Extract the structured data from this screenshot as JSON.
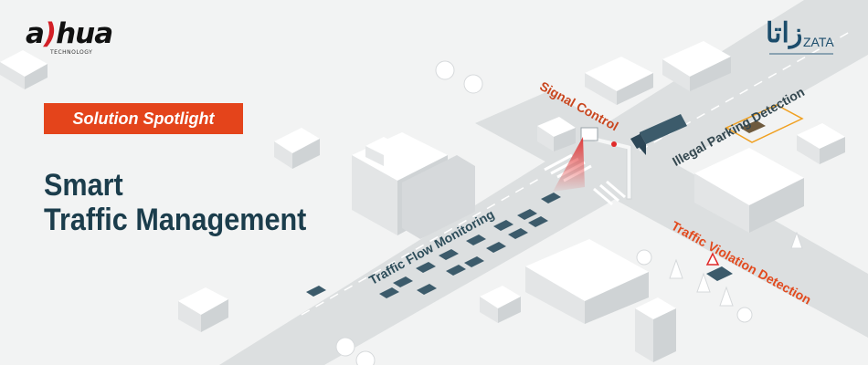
{
  "brand": {
    "logo_pre": "a",
    "logo_accent": ")",
    "logo_post": "hua",
    "sub": "TECHNOLOGY"
  },
  "partner": {
    "mark": "زاتا",
    "name": "ZATA"
  },
  "badge": "Solution Spotlight",
  "headline": [
    "Smart",
    "Traffic Management"
  ],
  "map_labels": {
    "flow": "Traffic Flow Monitoring",
    "signal": "Signal Control",
    "parking": "Illegal Parking Detection",
    "violation": "Traffic Violation Detection"
  },
  "colors": {
    "badge": "#e4441b",
    "headline": "#1b3d4c",
    "accent_orange": "#e24a1e",
    "label_dark": "#2d4d5a",
    "road": "#dcdfe0",
    "building": "#ffffff",
    "car": "#3c5b6b",
    "beam": "#e02a2a"
  }
}
